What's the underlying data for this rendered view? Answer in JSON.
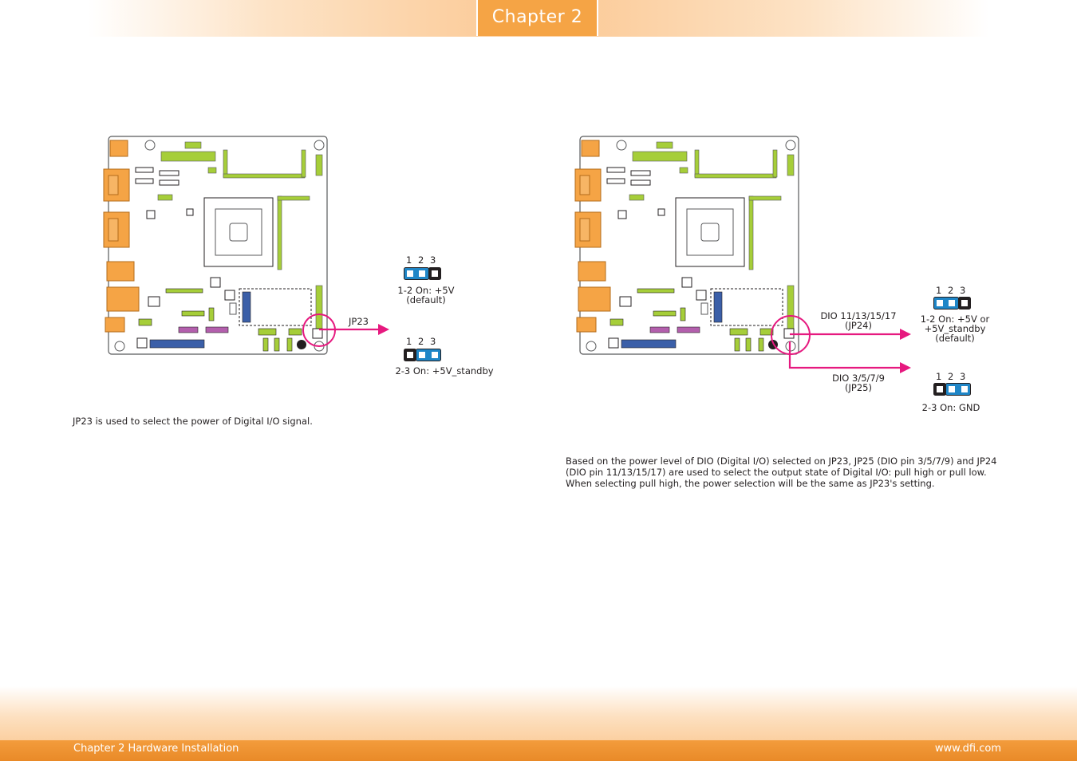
{
  "header": {
    "chapter_label": "Chapter 2"
  },
  "footer": {
    "left": "Chapter 2 Hardware Installation",
    "right": "www.dfi.com"
  },
  "left": {
    "connector_label": "JP23",
    "pins": "1 2 3",
    "setting_1": {
      "line1": "1-2 On: +5V",
      "line2": "(default)"
    },
    "setting_2": {
      "line1": "2-3 On: +5V_standby"
    },
    "description": "JP23 is used to select the power of Digital I/O signal."
  },
  "right": {
    "upper_label": {
      "line1": "DIO 11/13/15/17",
      "line2": "(JP24)"
    },
    "lower_label": {
      "line1": "DIO 3/5/7/9",
      "line2": "(JP25)"
    },
    "pins": "1 2 3",
    "setting_1": {
      "line1": "1-2 On: +5V or",
      "line2": "+5V_standby",
      "line3": "(default)"
    },
    "setting_2": {
      "line1": "2-3 On: GND"
    },
    "description": "Based on the power level of DIO (Digital I/O) selected on JP23, JP25 (DIO pin 3/5/7/9) and JP24 (DIO pin 11/13/15/17) are used to select the output state of Digital I/O: pull high or pull low. When selecting pull high, the power selection will be the same as JP23's setting."
  },
  "colors": {
    "accent_orange": "#f5a445",
    "jumper_blue": "#1f86c7",
    "callout_magenta": "#e6197f",
    "board_green": "#a6ce39"
  }
}
